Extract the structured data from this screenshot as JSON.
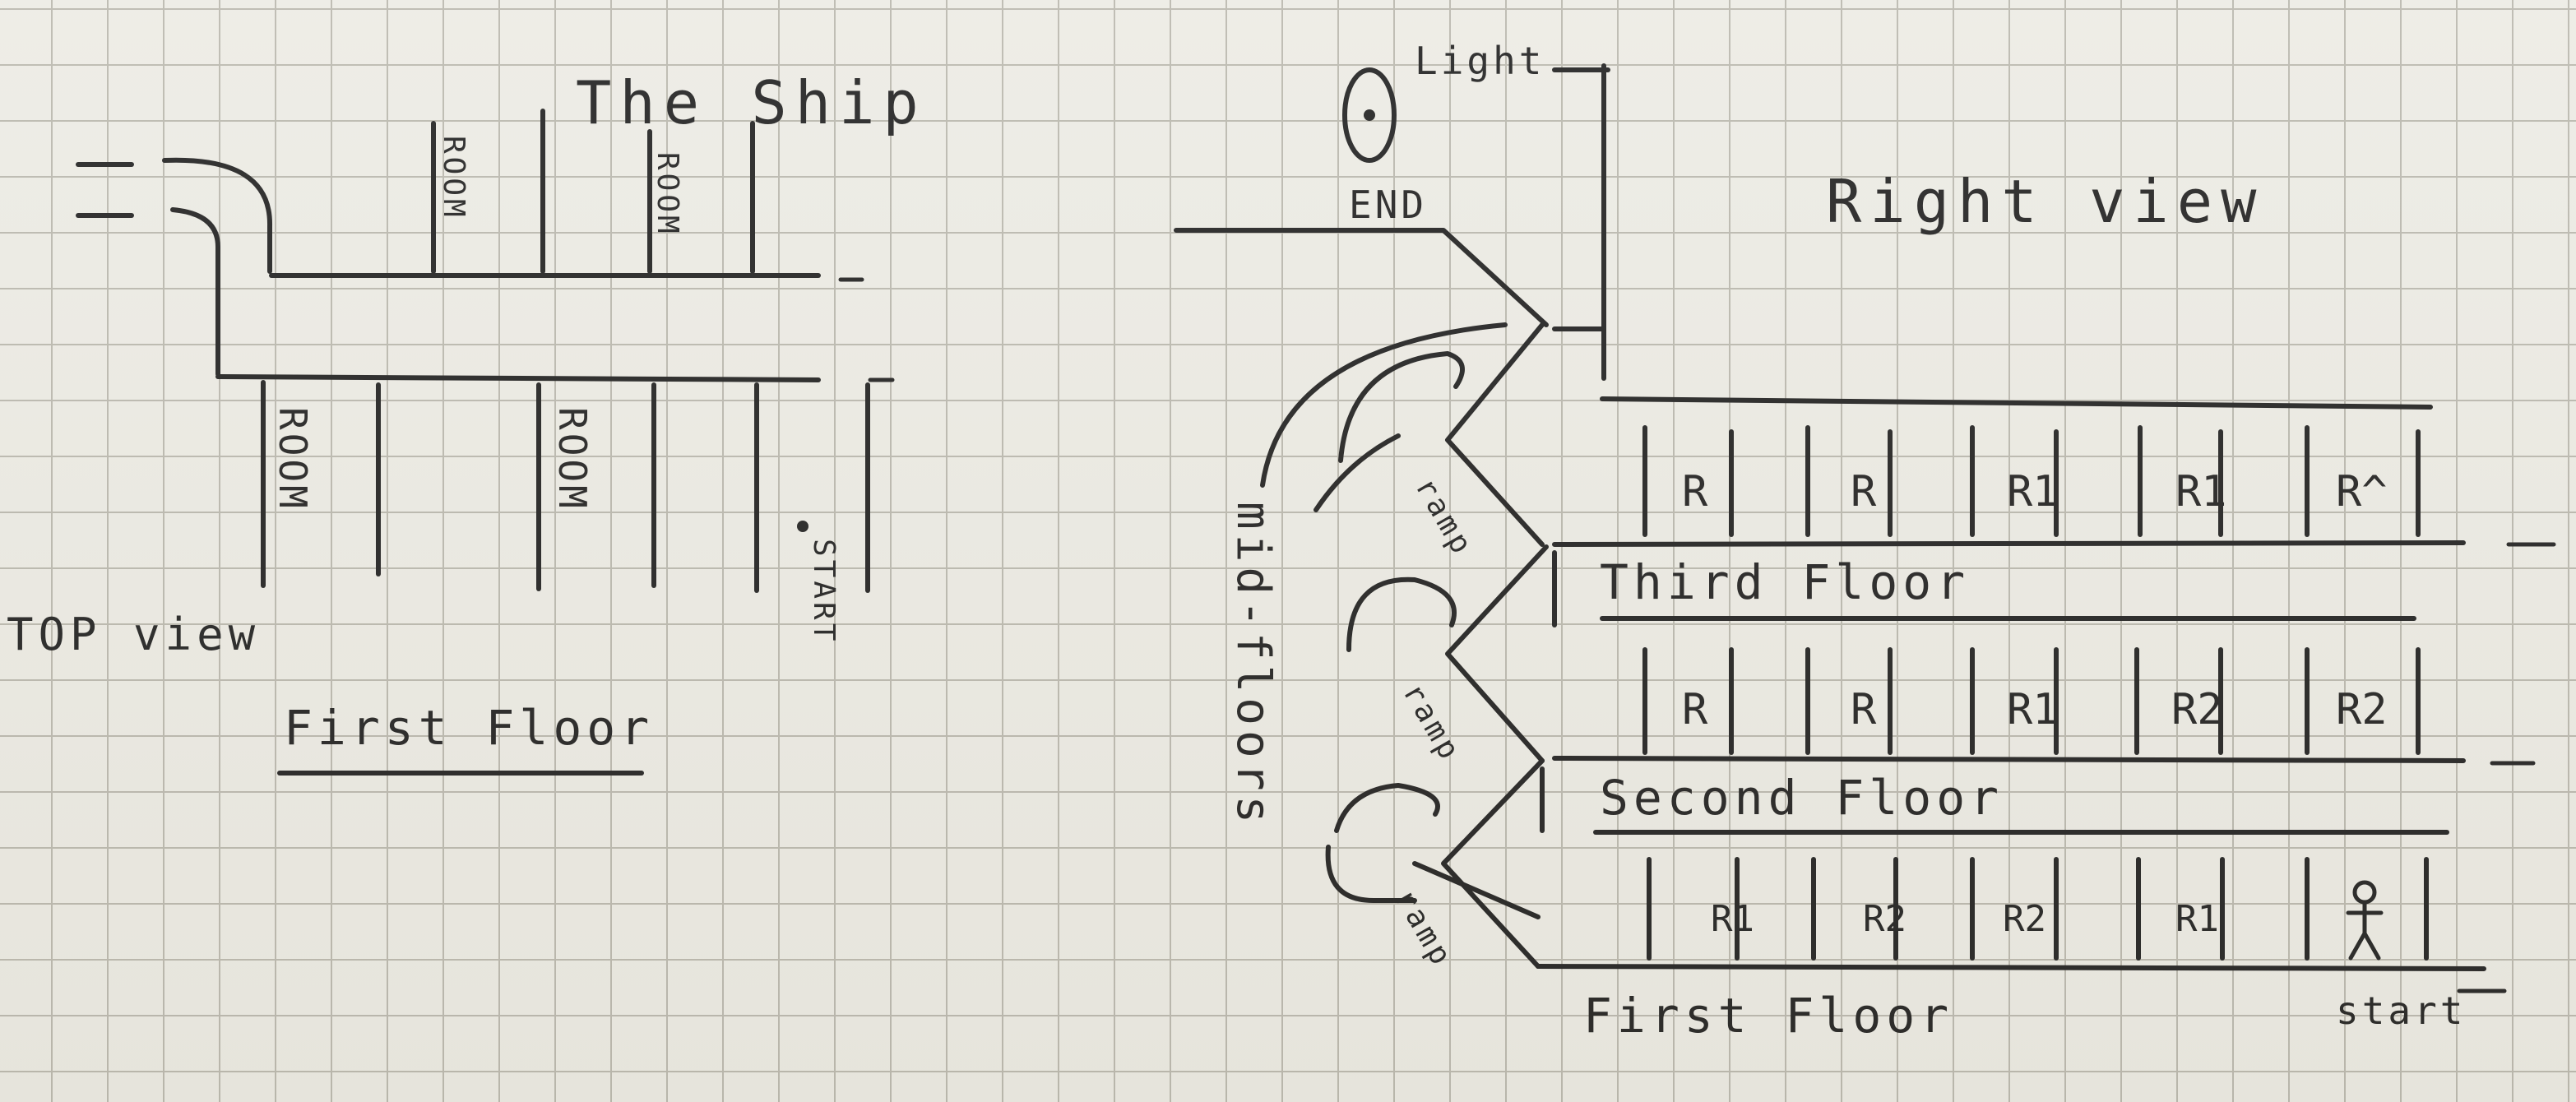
{
  "top_view": {
    "title": "The Ship",
    "view_label": "TOP view",
    "room_label": "ROOM",
    "start_label": "START",
    "floor_caption": "First Floor"
  },
  "right_view": {
    "title": "Right view",
    "light_label": "Light",
    "end_label": "END",
    "mid_floors_label": "mid-floors",
    "ramp_label": "ramp",
    "start_label": "start",
    "floors": [
      {
        "name": "Third Floor",
        "rooms": [
          "R",
          "R",
          "R1",
          "R1",
          "R^"
        ]
      },
      {
        "name": "Second Floor",
        "rooms": [
          "R",
          "R",
          "R1",
          "R2",
          "R2"
        ]
      },
      {
        "name": "First Floor",
        "rooms": [
          "R1",
          "R2",
          "R2",
          "R1",
          ""
        ]
      }
    ]
  },
  "colors": {
    "ink": "#1e1e1e",
    "paper": "#ecebe4",
    "grid": "#b9b7ad"
  }
}
